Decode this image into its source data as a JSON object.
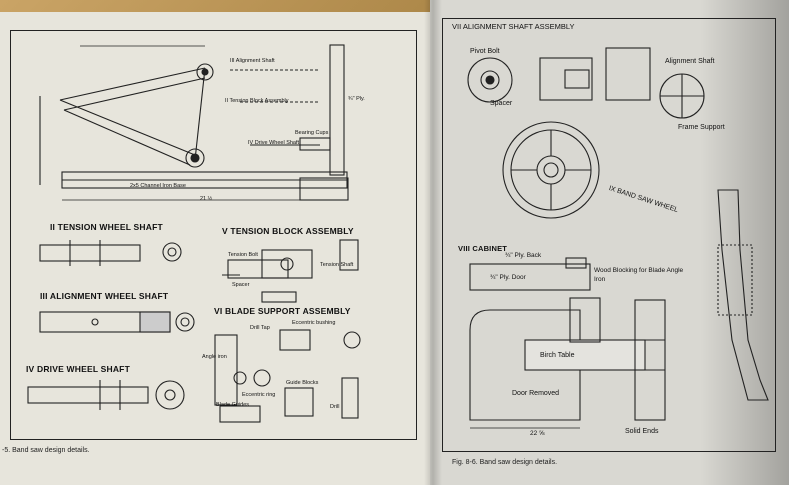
{
  "left_page": {
    "caption": "-5. Band saw design details.",
    "labels": {
      "alignment_shaft": "III Alignment Shaft",
      "tension_block_assembly": "II Tension Block Assembly",
      "ply": "¾\" Ply.",
      "bearing_cups": "Bearing Cups",
      "drive_wheel_shaft": "IV Drive Wheel Shaft",
      "channel_iron_base": "2x5 Channel Iron Base",
      "width": "21 ½"
    },
    "headings": {
      "tension_wheel_shaft": "II TENSION WHEEL SHAFT",
      "tension_block_assembly": "V TENSION BLOCK ASSEMBLY",
      "alignment_wheel_shaft": "III ALIGNMENT WHEEL SHAFT",
      "blade_support_assembly": "VI BLADE SUPPORT ASSEMBLY",
      "drive_wheel_shaft": "IV DRIVE WHEEL SHAFT"
    },
    "small_labels": {
      "tension_bolt": "Tension Bolt",
      "tension_shaft": "Tension Shaft",
      "spacer": "Spacer",
      "eccentric_bushing": "Eccentric bushing",
      "drill_tap": "Drill Tap",
      "angle_iron": "Angle iron",
      "eccentric_ring": "Eccentric ring",
      "guide_blocks": "Guide Blocks",
      "blade_guides": "Blade Guides",
      "drill": "Drill"
    }
  },
  "right_page": {
    "caption": "Fig. 8-6. Band saw design details.",
    "heading": "VII ALIGNMENT SHAFT ASSEMBLY",
    "labels": {
      "pivot_bolt": "Pivot Bolt",
      "spacer": "Spacer",
      "alignment_shaft": "Alignment Shaft",
      "frame_support": "Frame Support",
      "band_saw_wheel": "IX BAND SAW WHEEL",
      "cabinet": "VIII CABINET",
      "ply_back": "¾\" Ply. Back",
      "ply_door": "¾\" Ply. Door",
      "wood_blocking": "Wood Blocking for Blade Angle Iron",
      "birch_table": "Birch Table",
      "door_removed": "Door Removed",
      "solid_ends": "Solid Ends",
      "dim_22": "22 ⅝"
    }
  }
}
